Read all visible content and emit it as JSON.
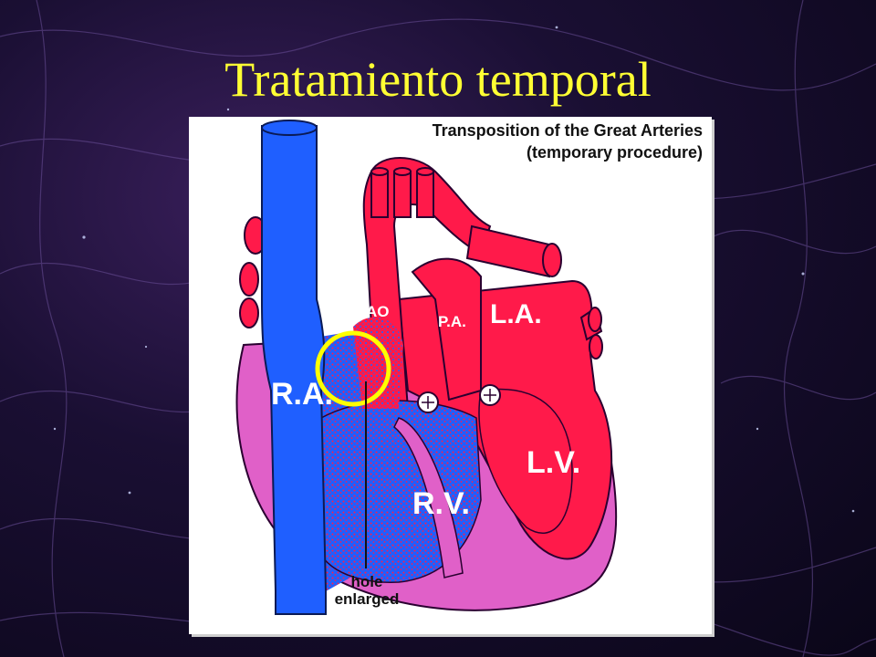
{
  "slide": {
    "title": "Tratamiento temporal"
  },
  "figure": {
    "heading_line1": "Transposition of the Great Arteries",
    "heading_line2": "(temporary procedure)",
    "labels": {
      "ao": "AO",
      "pa": "P.A.",
      "la": "L.A.",
      "ra": "R.A.",
      "rv": "R.V.",
      "lv": "L.V.",
      "hole_line1": "hole",
      "hole_line2": "enlarged"
    },
    "colors": {
      "oxygenated": "#ff1a4a",
      "deoxygenated": "#1f5fff",
      "muscle": "#e060c8",
      "highlight_ring": "#ffff00",
      "title": "#ffff33"
    }
  }
}
